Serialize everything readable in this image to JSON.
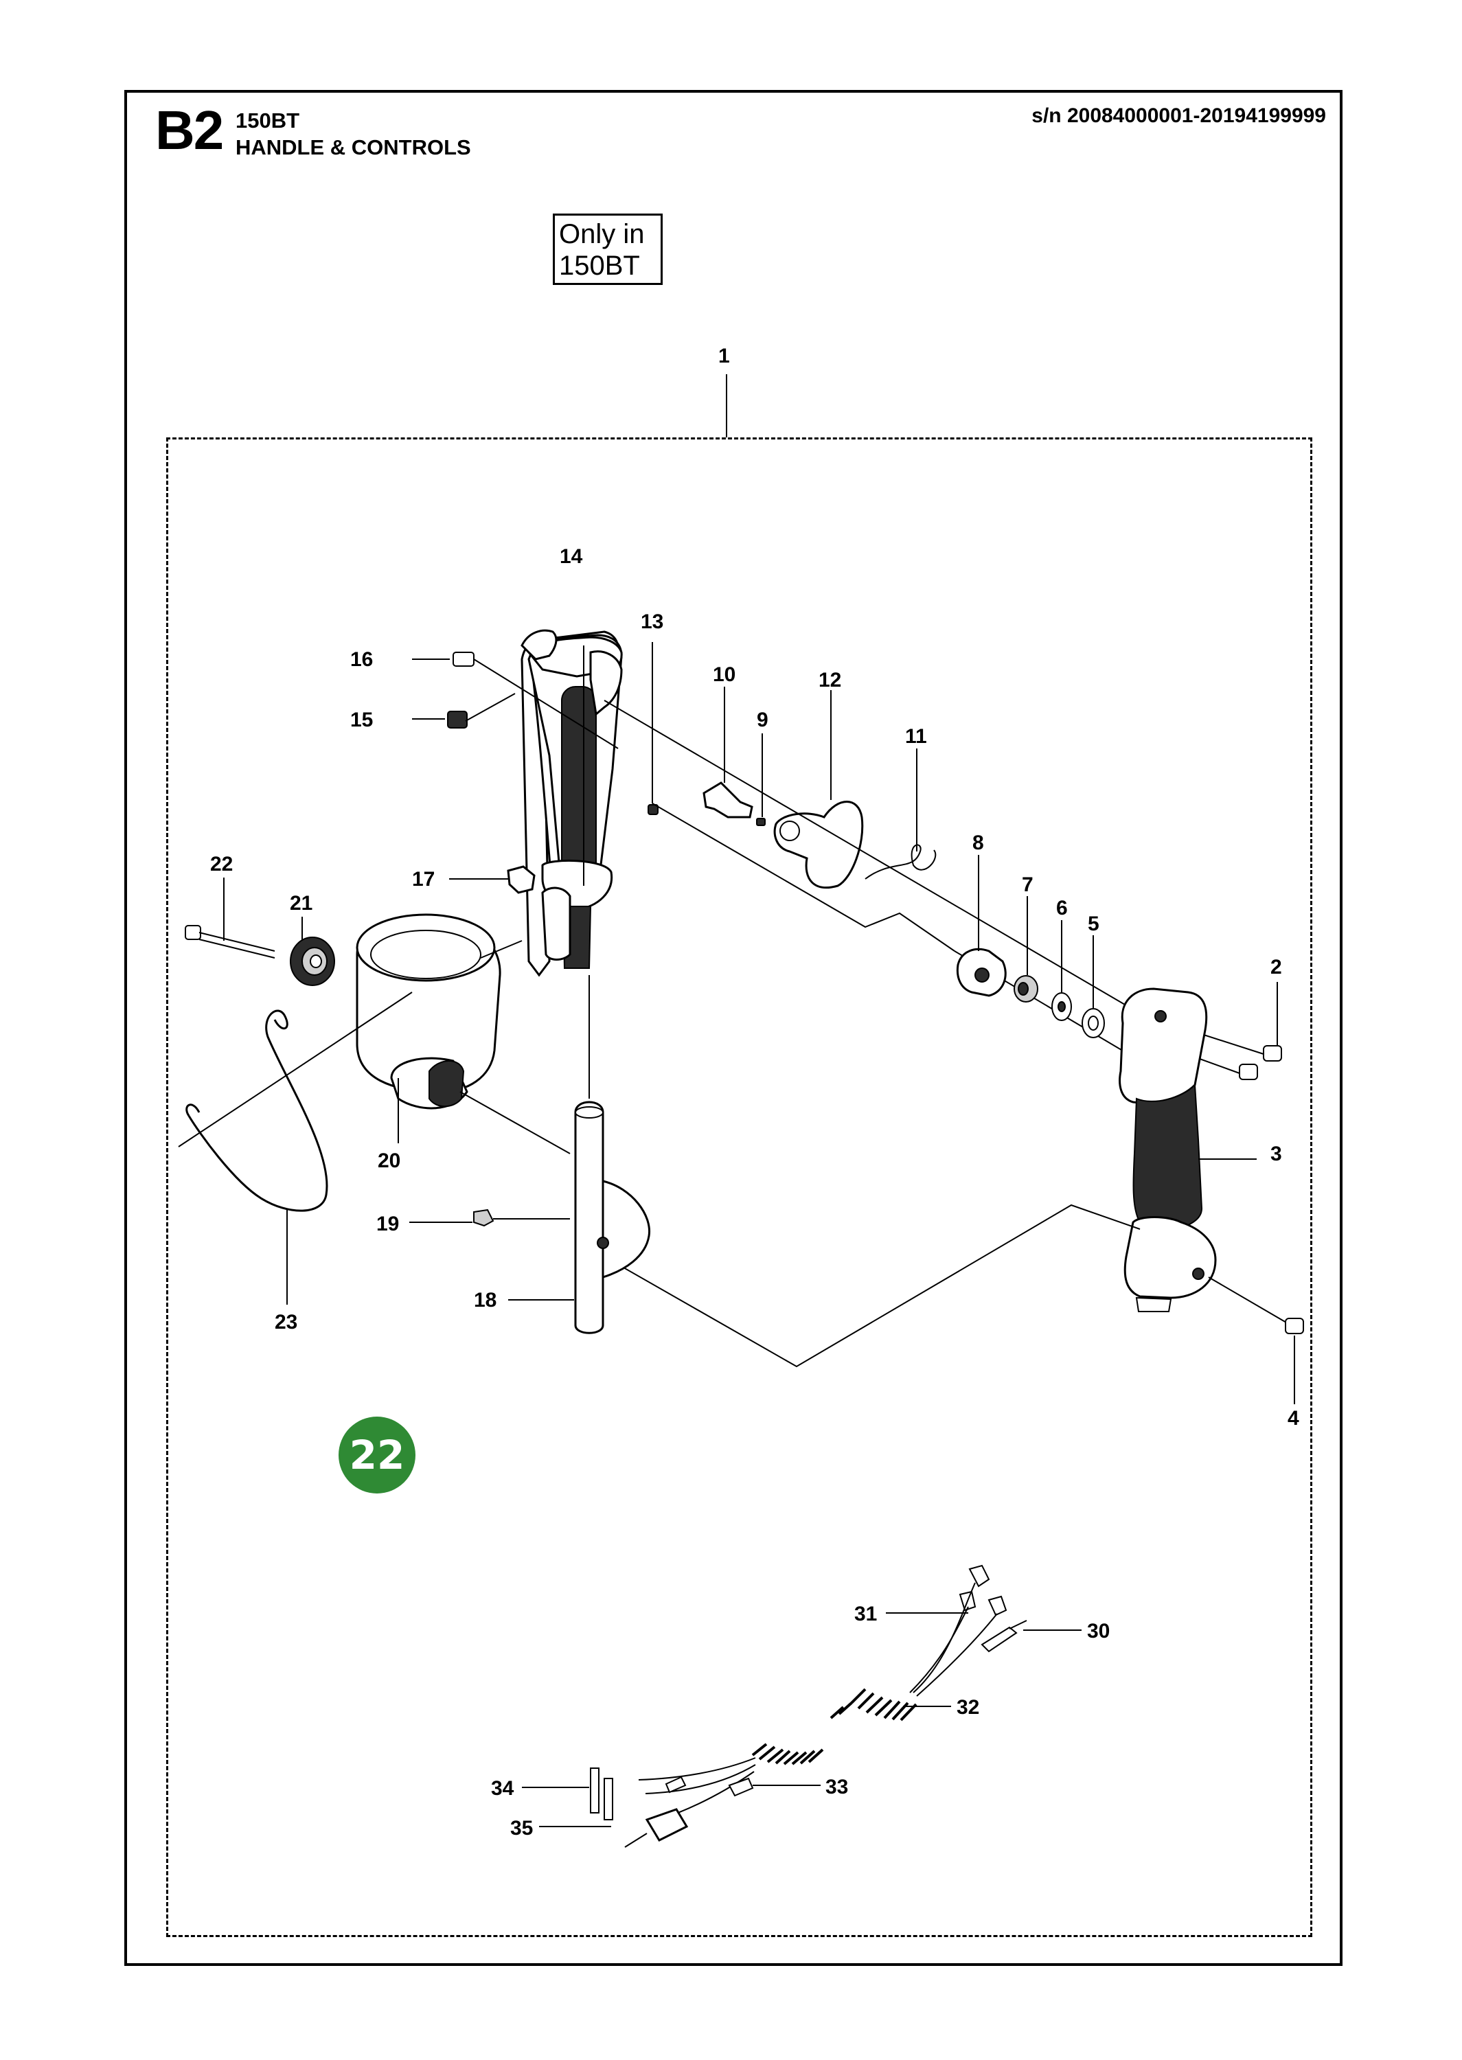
{
  "header": {
    "section_code": "B2",
    "model": "150BT",
    "title": "HANDLE & CONTROLS",
    "serial_range": "s/n 20084000001-20194199999"
  },
  "note": {
    "line1": "Only in",
    "line2": "150BT"
  },
  "kit_badge": "22",
  "callouts": [
    "1",
    "2",
    "3",
    "4",
    "5",
    "6",
    "7",
    "8",
    "9",
    "10",
    "11",
    "12",
    "13",
    "14",
    "15",
    "16",
    "17",
    "18",
    "19",
    "20",
    "21",
    "22",
    "23",
    "30",
    "31",
    "32",
    "33",
    "34",
    "35"
  ]
}
